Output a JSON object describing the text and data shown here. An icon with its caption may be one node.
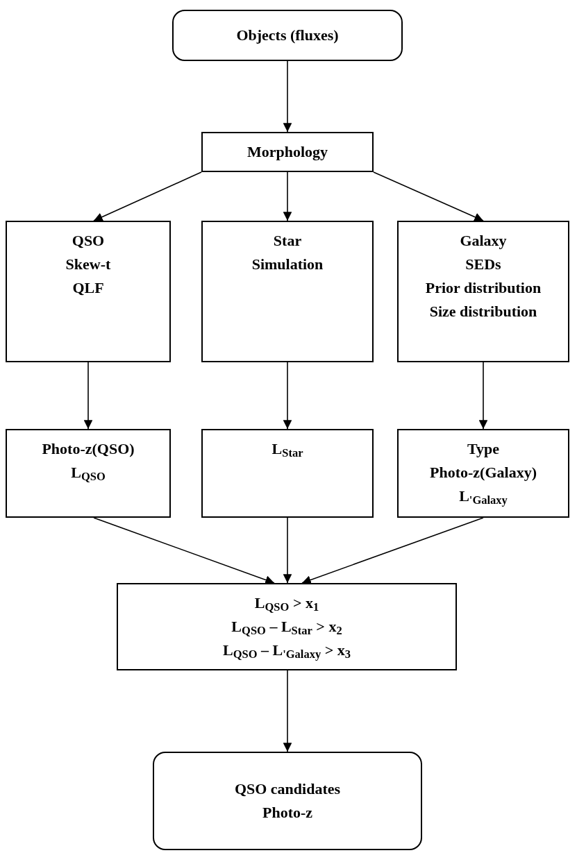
{
  "diagram": {
    "nodes": [
      {
        "text": [
          "Objects (fluxes)"
        ]
      },
      {
        "text": [
          "Morphology"
        ]
      },
      {
        "text": [
          "QSO",
          "Skew-t",
          "QLF"
        ]
      },
      {
        "text": [
          "Star",
          "Simulation"
        ]
      },
      {
        "text": [
          "Galaxy",
          "SEDs",
          "Prior distribution",
          "Size distribution"
        ]
      },
      {
        "text": [
          "Photo-z(QSO)",
          "L$_{QSO}$"
        ]
      },
      {
        "text": [
          "L$_{Star}$"
        ]
      },
      {
        "text": [
          "Type",
          "Photo-z(Galaxy)",
          "L$_{'Galaxy}$"
        ]
      },
      {
        "text": [
          "L$_{QSO}$ > x$_{1}$",
          "L$_{QSO}$ – L$_{Star}$ > x$_{2}$",
          "L$_{QSO}$ – L$_{'Galaxy}$ > x$_{3}$"
        ]
      },
      {
        "text": [
          "QSO candidates",
          "Photo-z"
        ]
      }
    ],
    "edges": [
      {
        "from": 0,
        "to": 1,
        "arrow": "to"
      },
      {
        "from": 1,
        "to": 2,
        "arrow": "to"
      },
      {
        "from": 1,
        "to": 3,
        "arrow": "to"
      },
      {
        "from": 1,
        "to": 4,
        "arrow": "to"
      },
      {
        "from": 2,
        "to": 5,
        "arrow": "to"
      },
      {
        "from": 3,
        "to": 6,
        "arrow": "to"
      },
      {
        "from": 4,
        "to": 7,
        "arrow": "to"
      },
      {
        "from": 5,
        "to": 8,
        "arrow": "to"
      },
      {
        "from": 6,
        "to": 8,
        "arrow": "to"
      },
      {
        "from": 7,
        "to": 8,
        "arrow": "to"
      },
      {
        "from": 8,
        "to": 9,
        "arrow": "to"
      }
    ]
  }
}
